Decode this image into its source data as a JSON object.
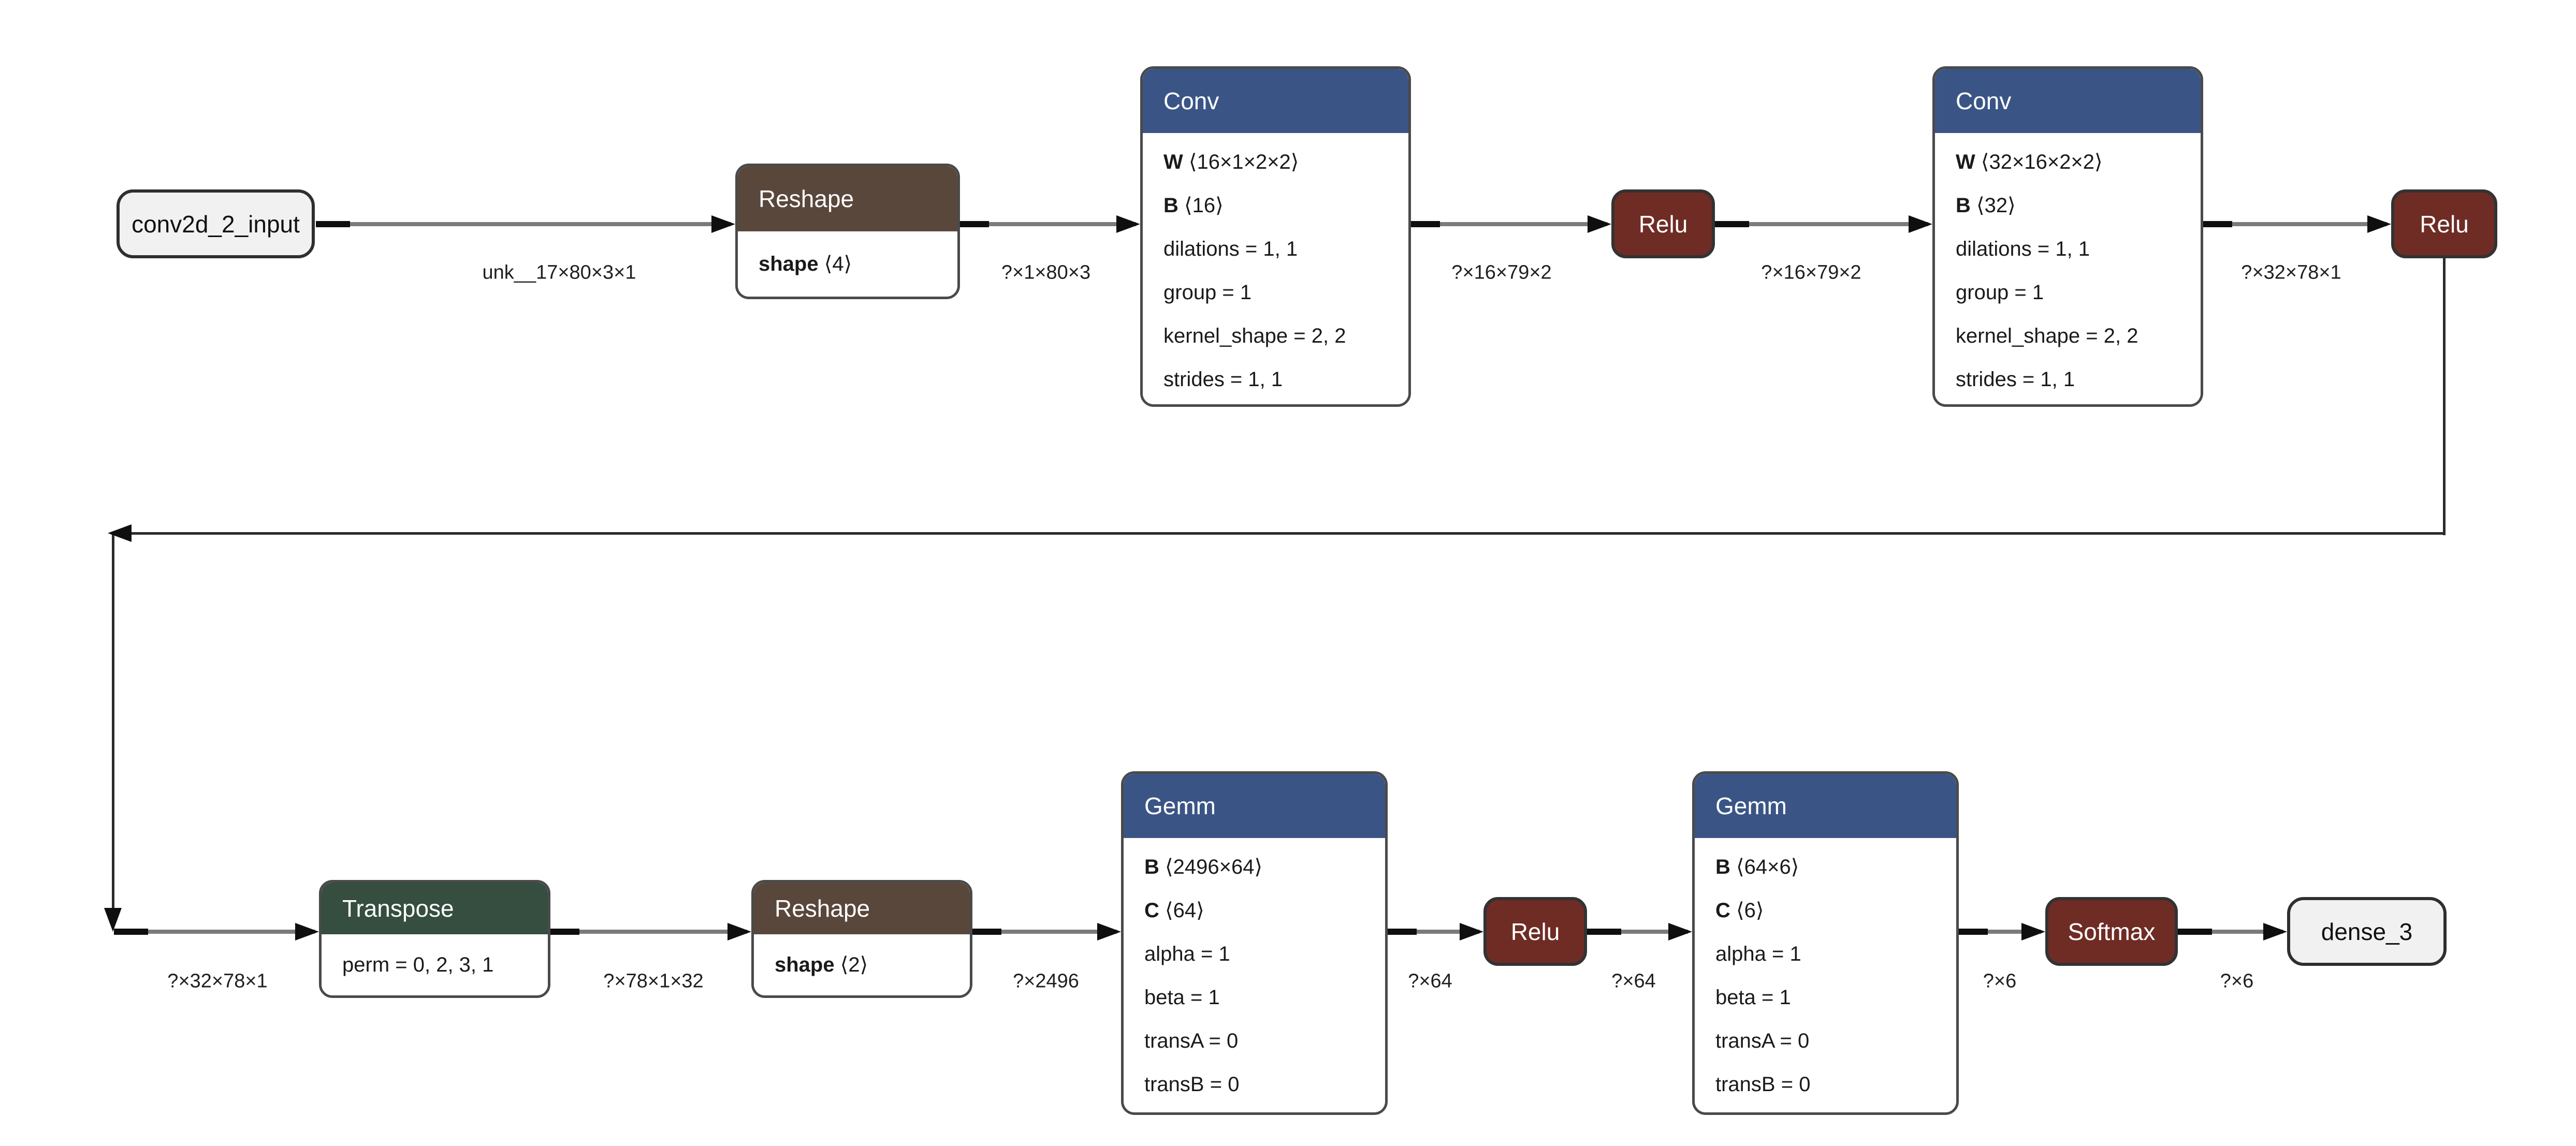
{
  "diagram": {
    "kind": "onnx-model-graph",
    "colors": {
      "header_blue": "#3a5585",
      "header_brown": "#5a473c",
      "header_green": "#354e3f",
      "activation_fill": "#6e2c25",
      "io_fill": "#f1f1f1",
      "node_border": "#4a4a4a",
      "edge_gray": "#7b7b7b",
      "edge_black": "#2b2b2b",
      "arrow_black": "#0f0f0f",
      "label_text": "#1f1f1f",
      "body_text": "#1a1a1a",
      "header_text": "#ffffff"
    },
    "nodes": [
      {
        "id": "input",
        "kind": "io",
        "label": "conv2d_2_input"
      },
      {
        "id": "reshape1",
        "kind": "op",
        "title": "Reshape",
        "header": "header_brown",
        "lines": [
          {
            "b": "shape",
            "t": " ⟨4⟩"
          }
        ]
      },
      {
        "id": "conv1",
        "kind": "op",
        "title": "Conv",
        "header": "header_blue",
        "lines": [
          {
            "b": "W",
            "t": " ⟨16×1×2×2⟩"
          },
          {
            "b": "B",
            "t": " ⟨16⟩"
          },
          {
            "t": "dilations = 1, 1"
          },
          {
            "t": "group = 1"
          },
          {
            "t": "kernel_shape = 2, 2"
          },
          {
            "t": "strides = 1, 1"
          }
        ]
      },
      {
        "id": "relu1",
        "kind": "act",
        "label": "Relu"
      },
      {
        "id": "conv2",
        "kind": "op",
        "title": "Conv",
        "header": "header_blue",
        "lines": [
          {
            "b": "W",
            "t": " ⟨32×16×2×2⟩"
          },
          {
            "b": "B",
            "t": " ⟨32⟩"
          },
          {
            "t": "dilations = 1, 1"
          },
          {
            "t": "group = 1"
          },
          {
            "t": "kernel_shape = 2, 2"
          },
          {
            "t": "strides = 1, 1"
          }
        ]
      },
      {
        "id": "relu2",
        "kind": "act",
        "label": "Relu"
      },
      {
        "id": "transpose",
        "kind": "op",
        "title": "Transpose",
        "header": "header_green",
        "lines": [
          {
            "t": "perm = 0, 2, 3, 1"
          }
        ]
      },
      {
        "id": "reshape2",
        "kind": "op",
        "title": "Reshape",
        "header": "header_brown",
        "lines": [
          {
            "b": "shape",
            "t": " ⟨2⟩"
          }
        ]
      },
      {
        "id": "gemm1",
        "kind": "op",
        "title": "Gemm",
        "header": "header_blue",
        "lines": [
          {
            "b": "B",
            "t": " ⟨2496×64⟩"
          },
          {
            "b": "C",
            "t": " ⟨64⟩"
          },
          {
            "t": "alpha = 1"
          },
          {
            "t": "beta = 1"
          },
          {
            "t": "transA = 0"
          },
          {
            "t": "transB = 0"
          }
        ]
      },
      {
        "id": "relu3",
        "kind": "act",
        "label": "Relu"
      },
      {
        "id": "gemm2",
        "kind": "op",
        "title": "Gemm",
        "header": "header_blue",
        "lines": [
          {
            "b": "B",
            "t": " ⟨64×6⟩"
          },
          {
            "b": "C",
            "t": " ⟨6⟩"
          },
          {
            "t": "alpha = 1"
          },
          {
            "t": "beta = 1"
          },
          {
            "t": "transA = 0"
          },
          {
            "t": "transB = 0"
          }
        ]
      },
      {
        "id": "softmax",
        "kind": "act",
        "label": "Softmax"
      },
      {
        "id": "dense3",
        "kind": "io",
        "label": "dense_3"
      }
    ],
    "edge_labels": [
      {
        "id": "t1",
        "text": "unk__17×80×3×1"
      },
      {
        "id": "t2",
        "text": "?×1×80×3"
      },
      {
        "id": "t3",
        "text": "?×16×79×2"
      },
      {
        "id": "t4",
        "text": "?×16×79×2"
      },
      {
        "id": "t5",
        "text": "?×32×78×1"
      },
      {
        "id": "t6",
        "text": "?×32×78×1"
      },
      {
        "id": "t7",
        "text": "?×78×1×32"
      },
      {
        "id": "t8",
        "text": "?×2496"
      },
      {
        "id": "t9",
        "text": "?×64"
      },
      {
        "id": "t10",
        "text": "?×64"
      },
      {
        "id": "t11",
        "text": "?×6"
      },
      {
        "id": "t12",
        "text": "?×6"
      }
    ]
  }
}
